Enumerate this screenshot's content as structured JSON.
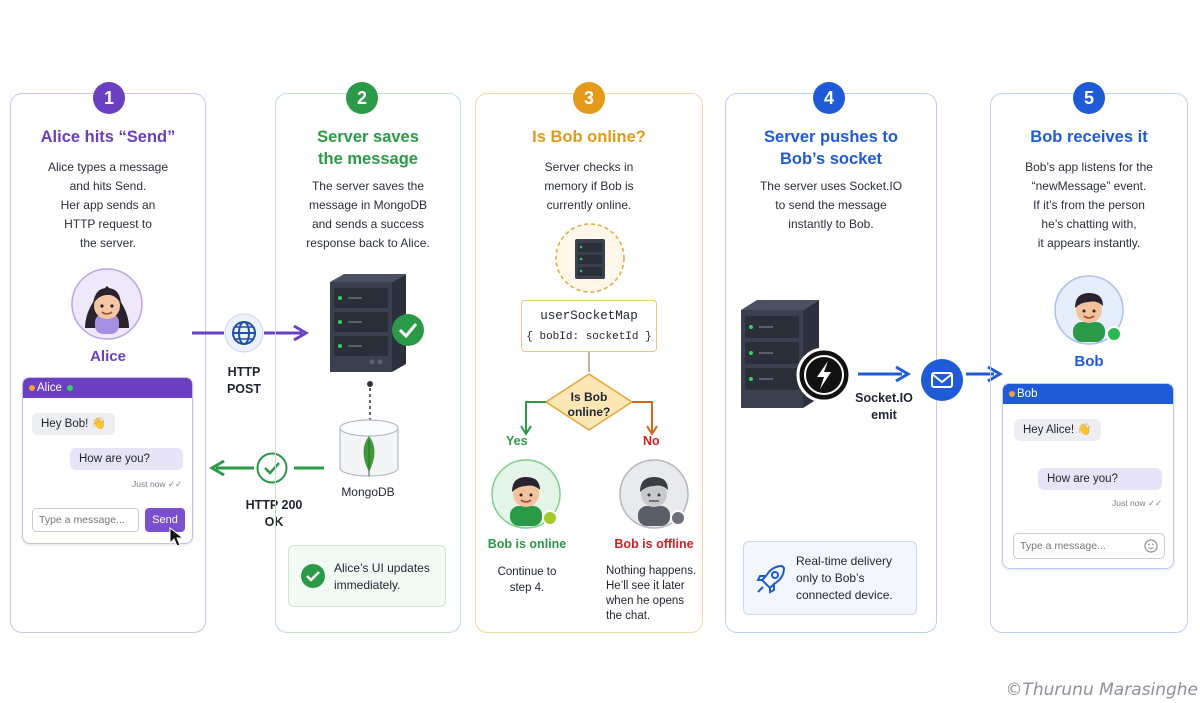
{
  "steps": [
    {
      "number": "1",
      "title": "Alice hits “Send”",
      "description": [
        "Alice types a message",
        "and hits Send.",
        "Her app sends an",
        "HTTP request to",
        "the server."
      ],
      "avatar_label": "Alice",
      "chat": {
        "name": "Alice",
        "message_in": "Hey Bob! 👋",
        "message_out": "How are you?",
        "timestamp": "Just now ✓✓",
        "input_placeholder": "Type a message...",
        "send_label": "Send"
      }
    },
    {
      "number": "2",
      "title": [
        "Server saves",
        "the message"
      ],
      "description": [
        "The server saves the",
        "message in MongoDB",
        "and sends a success",
        "response back to Alice."
      ],
      "db_label": "MongoDB",
      "note": [
        "Alice’s UI updates",
        "immediately."
      ]
    },
    {
      "number": "3",
      "title": "Is Bob online?",
      "description": [
        "Server checks in",
        "memory if Bob is",
        "currently online."
      ],
      "map_name": "userSocketMap",
      "map_entry": "{ bobId: socketId }",
      "decision": [
        "Is Bob",
        "online?"
      ],
      "yes_label": "Yes",
      "no_label": "No",
      "online_label": "Bob is online",
      "offline_label": "Bob is offline",
      "online_desc": [
        "Continue to",
        "step 4."
      ],
      "offline_desc": [
        "Nothing happens.",
        "He’ll see it later",
        "when he opens",
        "the chat."
      ]
    },
    {
      "number": "4",
      "title": [
        "Server pushes to",
        "Bob’s socket"
      ],
      "description": [
        "The server uses Socket.IO",
        "to send the message",
        "instantly to Bob."
      ],
      "emit_label": [
        "Socket.IO",
        "emit"
      ],
      "note": [
        "Real-time delivery",
        "only to Bob’s",
        "connected device."
      ]
    },
    {
      "number": "5",
      "title": "Bob receives it",
      "description": [
        "Bob’s app listens for the",
        "“newMessage” event.",
        "If it’s from the person",
        "he’s chatting with,",
        "it appears instantly."
      ],
      "avatar_label": "Bob",
      "chat": {
        "name": "Bob",
        "message_in": "Hey Alice! 👋",
        "message_out": "How are you?",
        "timestamp": "Just now ✓✓",
        "input_placeholder": "Type a message..."
      }
    }
  ],
  "connectors": {
    "request": [
      "HTTP",
      "POST"
    ],
    "response": [
      "HTTP 200",
      "OK"
    ]
  },
  "credit": "©Thurunu Marasinghe",
  "colors": {
    "step1": "#6a3fc1",
    "step2": "#2a9a48",
    "step3": "#e39a1a",
    "step4": "#1f5bd6",
    "step5": "#1f5bd6",
    "offline": "#d32020"
  }
}
